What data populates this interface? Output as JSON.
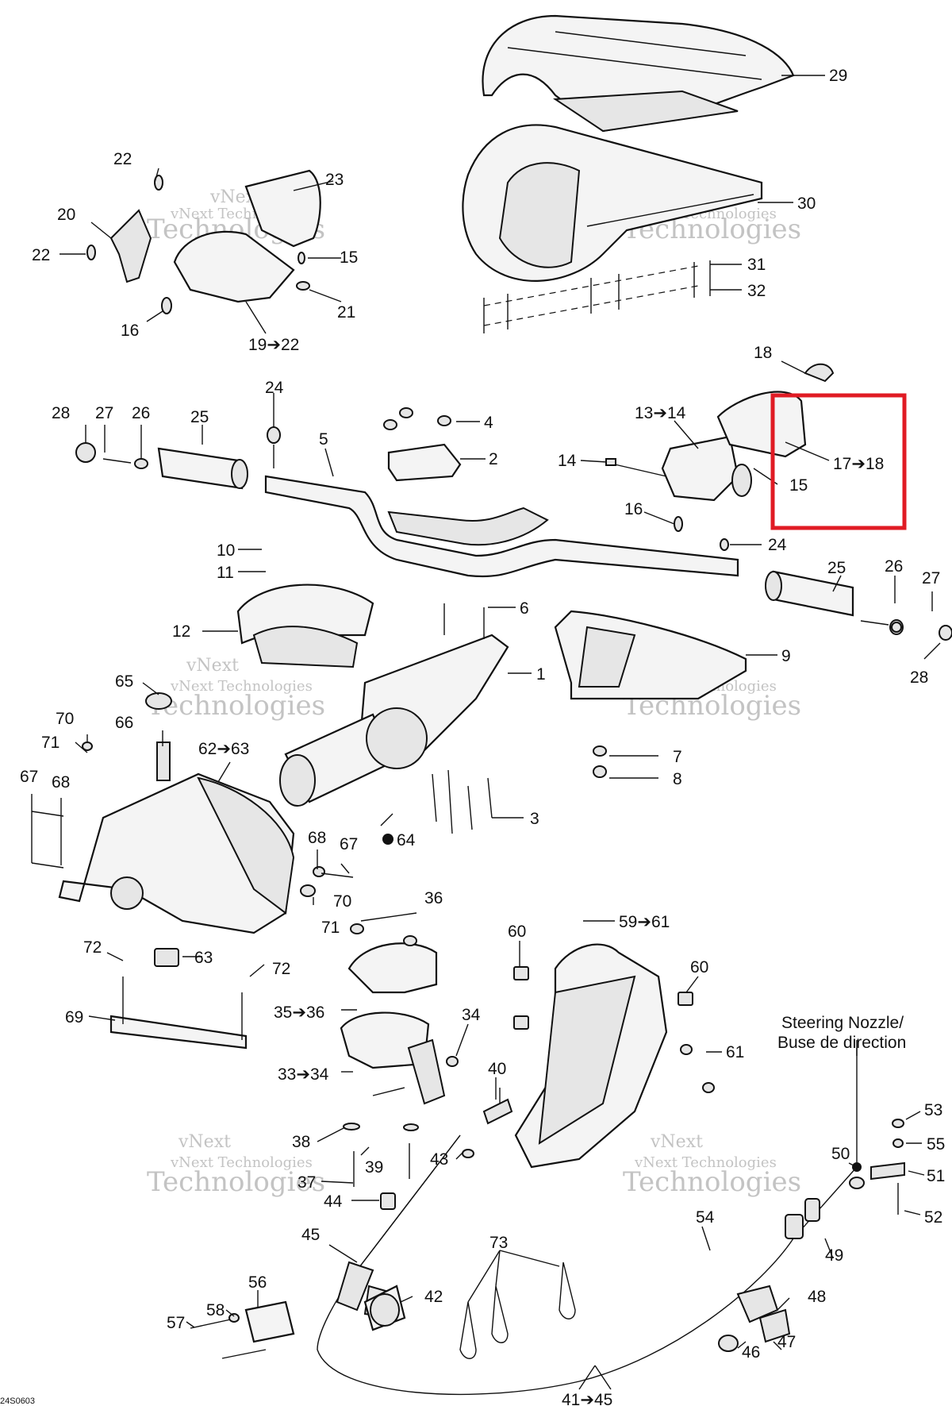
{
  "diagram_code": "24S0603",
  "watermark": [
    "vNext",
    "Technologies",
    "vNext Technologies"
  ],
  "nozzle_label_en": "Steering Nozzle/",
  "nozzle_label_fr": "Buse de direction",
  "highlight_color": "#e01b24",
  "callouts": [
    {
      "id": "c29",
      "text": "29"
    },
    {
      "id": "c30",
      "text": "30"
    },
    {
      "id": "c31",
      "text": "31"
    },
    {
      "id": "c32",
      "text": "32"
    },
    {
      "id": "c22a",
      "text": "22"
    },
    {
      "id": "c23",
      "text": "23"
    },
    {
      "id": "c20",
      "text": "20"
    },
    {
      "id": "c22b",
      "text": "22"
    },
    {
      "id": "c15a",
      "text": "15"
    },
    {
      "id": "c21",
      "text": "21"
    },
    {
      "id": "c16a",
      "text": "16"
    },
    {
      "id": "c1922",
      "text": "19➔22"
    },
    {
      "id": "c18",
      "text": "18"
    },
    {
      "id": "c1314",
      "text": "13➔14"
    },
    {
      "id": "c14",
      "text": "14"
    },
    {
      "id": "c1718",
      "text": "17➔18"
    },
    {
      "id": "c15b",
      "text": "15"
    },
    {
      "id": "c16b",
      "text": "16"
    },
    {
      "id": "c24b",
      "text": "24"
    },
    {
      "id": "c28a",
      "text": "28"
    },
    {
      "id": "c27a",
      "text": "27"
    },
    {
      "id": "c26a",
      "text": "26"
    },
    {
      "id": "c25a",
      "text": "25"
    },
    {
      "id": "c24a",
      "text": "24"
    },
    {
      "id": "c5",
      "text": "5"
    },
    {
      "id": "c4",
      "text": "4"
    },
    {
      "id": "c2",
      "text": "2"
    },
    {
      "id": "c25b",
      "text": "25"
    },
    {
      "id": "c26b",
      "text": "26"
    },
    {
      "id": "c27b",
      "text": "27"
    },
    {
      "id": "c28b",
      "text": "28"
    },
    {
      "id": "c10",
      "text": "10"
    },
    {
      "id": "c11",
      "text": "11"
    },
    {
      "id": "c12",
      "text": "12"
    },
    {
      "id": "c6",
      "text": "6"
    },
    {
      "id": "c9",
      "text": "9"
    },
    {
      "id": "c1",
      "text": "1"
    },
    {
      "id": "c65",
      "text": "65"
    },
    {
      "id": "c70a",
      "text": "70"
    },
    {
      "id": "c71a",
      "text": "71"
    },
    {
      "id": "c66",
      "text": "66"
    },
    {
      "id": "c6263",
      "text": "62➔63"
    },
    {
      "id": "c67a",
      "text": "67"
    },
    {
      "id": "c68a",
      "text": "68"
    },
    {
      "id": "c7",
      "text": "7"
    },
    {
      "id": "c8",
      "text": "8"
    },
    {
      "id": "c3",
      "text": "3"
    },
    {
      "id": "c64",
      "text": "64"
    },
    {
      "id": "c68b",
      "text": "68"
    },
    {
      "id": "c67b",
      "text": "67"
    },
    {
      "id": "c70b",
      "text": "70"
    },
    {
      "id": "c71b",
      "text": "71"
    },
    {
      "id": "c36",
      "text": "36"
    },
    {
      "id": "c72a",
      "text": "72"
    },
    {
      "id": "c63",
      "text": "63"
    },
    {
      "id": "c72b",
      "text": "72"
    },
    {
      "id": "c69",
      "text": "69"
    },
    {
      "id": "c60a",
      "text": "60"
    },
    {
      "id": "c5961",
      "text": "59➔61"
    },
    {
      "id": "c60b",
      "text": "60"
    },
    {
      "id": "c3536",
      "text": "35➔36"
    },
    {
      "id": "c34",
      "text": "34"
    },
    {
      "id": "c61",
      "text": "61"
    },
    {
      "id": "c3334",
      "text": "33➔34"
    },
    {
      "id": "c40",
      "text": "40"
    },
    {
      "id": "c38",
      "text": "38"
    },
    {
      "id": "c39",
      "text": "39"
    },
    {
      "id": "c43",
      "text": "43"
    },
    {
      "id": "c37",
      "text": "37"
    },
    {
      "id": "c53",
      "text": "53"
    },
    {
      "id": "c55",
      "text": "55"
    },
    {
      "id": "c50",
      "text": "50"
    },
    {
      "id": "c51",
      "text": "51"
    },
    {
      "id": "c52",
      "text": "52"
    },
    {
      "id": "c44",
      "text": "44"
    },
    {
      "id": "c54",
      "text": "54"
    },
    {
      "id": "c49",
      "text": "49"
    },
    {
      "id": "c45",
      "text": "45"
    },
    {
      "id": "c42",
      "text": "42"
    },
    {
      "id": "c73",
      "text": "73"
    },
    {
      "id": "c56",
      "text": "56"
    },
    {
      "id": "c58",
      "text": "58"
    },
    {
      "id": "c57",
      "text": "57"
    },
    {
      "id": "c48",
      "text": "48"
    },
    {
      "id": "c46",
      "text": "46"
    },
    {
      "id": "c47",
      "text": "47"
    },
    {
      "id": "c4145",
      "text": "41➔45"
    }
  ]
}
